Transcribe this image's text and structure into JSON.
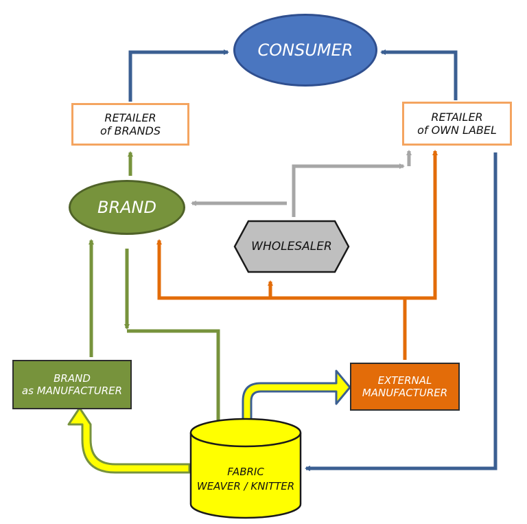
{
  "diagram": {
    "nodes": {
      "consumer": {
        "label": "CONSUMER"
      },
      "retailer_brands": {
        "line1": "RETAILER",
        "line2": "of BRANDS"
      },
      "retailer_own": {
        "line1": "RETAILER",
        "line2": "of OWN LABEL"
      },
      "brand": {
        "label": "BRAND"
      },
      "wholesaler": {
        "label": "WHOLESALER"
      },
      "brand_manufacturer": {
        "line1": "BRAND",
        "line2": "as MANUFACTURER"
      },
      "external_manufacturer": {
        "line1": "EXTERNAL",
        "line2": "MANUFACTURER"
      },
      "fabric": {
        "line1": "FABRIC",
        "line2": "WEAVER / KNITTER"
      }
    },
    "colors": {
      "consumer_fill": "#4a76c0",
      "brand_green": "#77933c",
      "wholesaler_gray": "#bfbfbf",
      "external_orange": "#e36c09",
      "retailer_border": "#f4a460",
      "fabric_yellow": "#ffff00",
      "blue_arrow": "#3b5f92",
      "green_arrow": "#77933c",
      "gray_arrow": "#a6a6a6",
      "orange_arrow": "#e36c09"
    }
  }
}
